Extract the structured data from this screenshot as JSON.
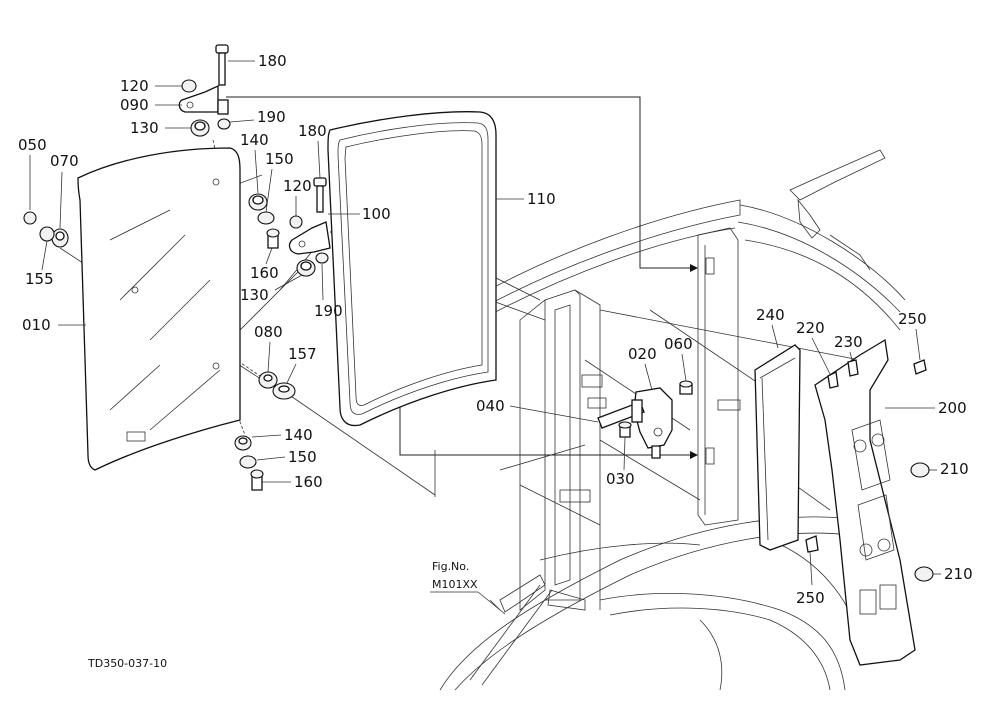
{
  "drawing_code": "TD350-037-10",
  "fig_ref": {
    "line1": "Fig.No.",
    "line2": "M101XX"
  },
  "callouts": {
    "p180a": "180",
    "p120a": "120",
    "p090": "090",
    "p130a": "130",
    "p190a": "190",
    "p050": "050",
    "p070": "070",
    "p140a": "140",
    "p150a": "150",
    "p180b": "180",
    "p120b": "120",
    "p100": "100",
    "p110": "110",
    "p155": "155",
    "p160a": "160",
    "p130b": "130",
    "p190b": "190",
    "p010": "010",
    "p080": "080",
    "p157": "157",
    "p140b": "140",
    "p150b": "150",
    "p160b": "160",
    "p240": "240",
    "p220": "220",
    "p230": "230",
    "p250a": "250",
    "p020": "020",
    "p060": "060",
    "p040": "040",
    "p200": "200",
    "p030": "030",
    "p210a": "210",
    "p210b": "210",
    "p250b": "250"
  }
}
